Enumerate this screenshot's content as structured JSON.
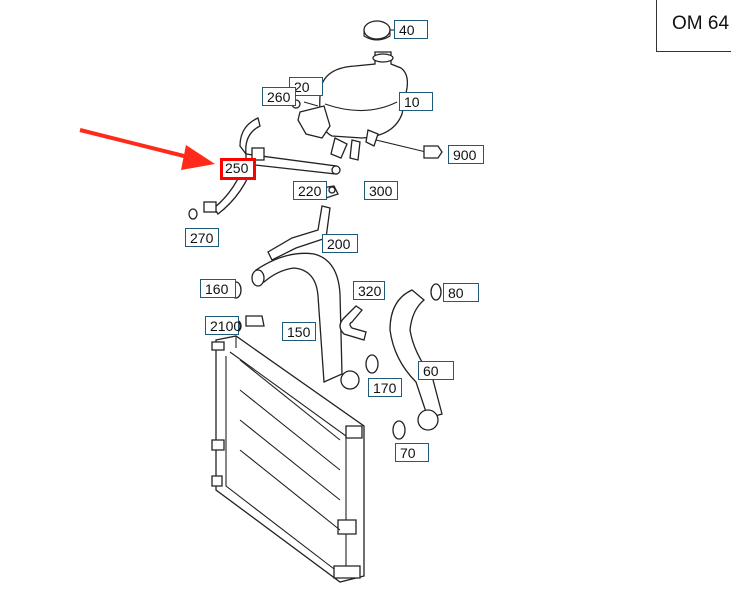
{
  "engine_label": "OM 64",
  "highlighted_part": "250",
  "colors": {
    "highlight": "#ff0000",
    "arrow": "#ff2a1a",
    "callout_border": "#1f5a7a"
  },
  "callouts": {
    "p40": "40",
    "p10": "10",
    "p20": "20",
    "p260": "260",
    "p250": "250",
    "p900": "900",
    "p220": "220",
    "p300": "300",
    "p270": "270",
    "p200": "200",
    "p160": "160",
    "p320": "320",
    "p80": "80",
    "p2100": "2100",
    "p150": "150",
    "p60": "60",
    "p170": "170",
    "p70": "70"
  }
}
